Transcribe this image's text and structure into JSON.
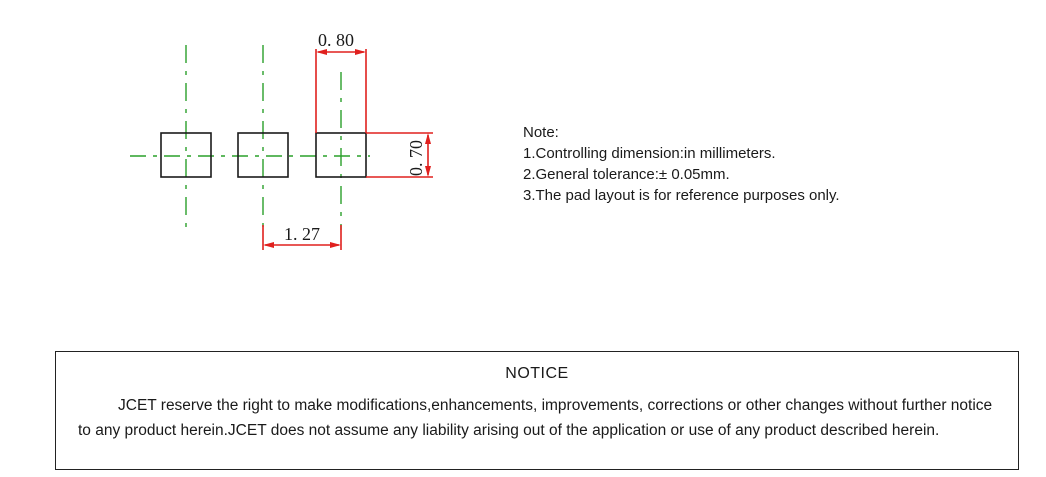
{
  "diagram": {
    "dim_pad_width": "0. 80",
    "dim_pad_height": "0. 70",
    "dim_pitch": "1. 27",
    "colors": {
      "outline": "#1a1a1a",
      "centerline": "#2aa02a",
      "dimension": "#e0201e"
    }
  },
  "note": {
    "title": "Note:",
    "lines": [
      "1.Controlling dimension:in millimeters.",
      "2.General tolerance:± 0.05mm.",
      "3.The pad layout is for reference purposes only."
    ]
  },
  "notice": {
    "title": "NOTICE",
    "body": "JCET  reserve the right to make modifications,enhancements, improvements, corrections or other changes without further notice to any product herein.JCET does not assume any liability arising out of the application or use of any product described herein."
  }
}
